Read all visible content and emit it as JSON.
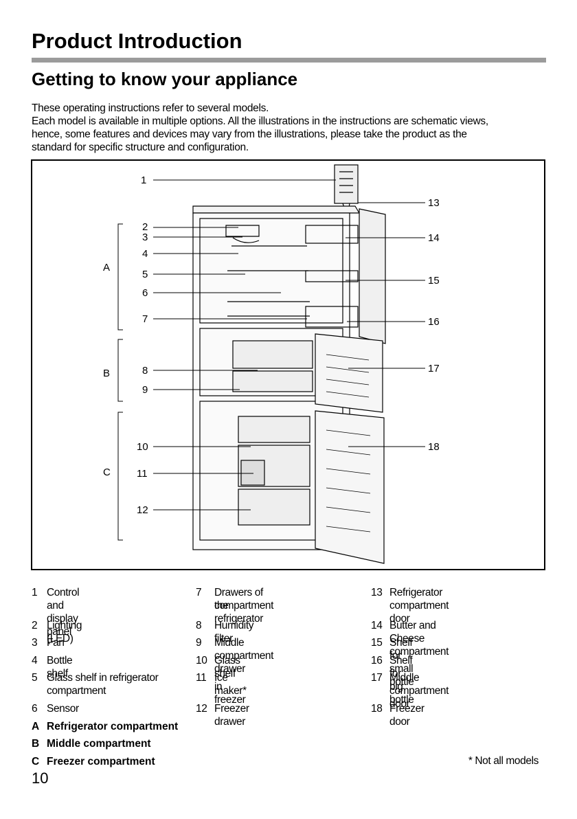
{
  "heading": "Product Introduction",
  "subheading": "Getting to know your appliance",
  "intro_lines": [
    "These operating instructions refer to several models.",
    "Each model is available in multiple options. All the illustrations in the instructions are schematic views,",
    "hence, some features and devices may vary from the illustrations, please take the product as the",
    "standard for specific structure and configuration."
  ],
  "figure": {
    "callouts": [
      "1",
      "2",
      "3",
      "4",
      "5",
      "6",
      "7",
      "8",
      "9",
      "10",
      "11",
      "12",
      "13",
      "14",
      "15",
      "16",
      "17",
      "18"
    ],
    "groups": [
      "A",
      "B",
      "C"
    ]
  },
  "legend": [
    {
      "num": "1",
      "lines": [
        "Control and display panel"
      ]
    },
    {
      "num": "2",
      "lines": [
        "Lighting (LED)"
      ]
    },
    {
      "num": "3",
      "lines": [
        "Fan"
      ]
    },
    {
      "num": "4",
      "lines": [
        "Bottle shelf"
      ]
    },
    {
      "num": "5",
      "lines": [
        "Glass shelf in refrigerator",
        "compartment"
      ]
    },
    {
      "num": "6",
      "lines": [
        "Sensor"
      ]
    },
    {
      "num": "7",
      "lines": [
        "Drawers of the refrigerator",
        "compartment"
      ]
    },
    {
      "num": "8",
      "lines": [
        "Humidity filter"
      ]
    },
    {
      "num": "9",
      "lines": [
        "Middle compartment drawer"
      ]
    },
    {
      "num": "10",
      "lines": [
        "Glass shelf in freezer"
      ]
    },
    {
      "num": "11",
      "lines": [
        "Ice maker*"
      ]
    },
    {
      "num": "12",
      "lines": [
        "Freezer drawer"
      ]
    },
    {
      "num": "13",
      "lines": [
        "Refrigerator compartment door"
      ]
    },
    {
      "num": "14",
      "lines": [
        "Butter and Cheese compartment"
      ]
    },
    {
      "num": "15",
      "lines": [
        "Shelf for small bottle"
      ]
    },
    {
      "num": "16",
      "lines": [
        "Shelf for big bottle"
      ]
    },
    {
      "num": "17",
      "lines": [
        "Middle compartment door"
      ]
    },
    {
      "num": "18",
      "lines": [
        "Freezer door"
      ]
    }
  ],
  "sections": [
    {
      "letter": "A",
      "label": "Refrigerator compartment"
    },
    {
      "letter": "B",
      "label": "Middle compartment"
    },
    {
      "letter": "C",
      "label": "Freezer compartment"
    }
  ],
  "footnote": "* Not all models",
  "page_number": "10"
}
